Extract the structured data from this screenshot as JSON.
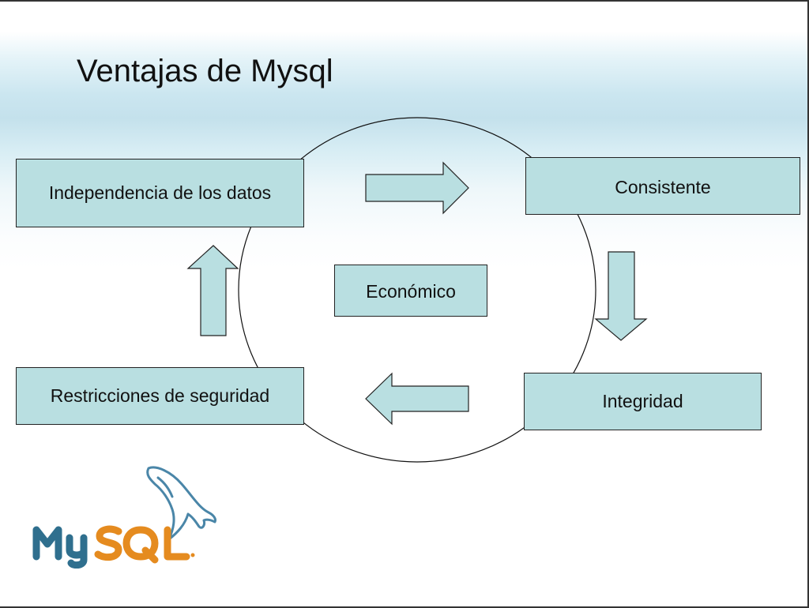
{
  "slide": {
    "title": "Ventajas de Mysql"
  },
  "diagram": {
    "nodes": {
      "independencia": "Independencia de los datos",
      "consistente": "Consistente",
      "integridad": "Integridad",
      "restricciones": "Restricciones de seguridad",
      "economico": "Económico"
    },
    "cycle_order": [
      "independencia",
      "consistente",
      "integridad",
      "restricciones"
    ],
    "colors": {
      "box_fill": "#b9dfe1",
      "arrow_fill": "#b9dfe1",
      "outline": "#222222"
    }
  },
  "logo": {
    "text": "MySQL",
    "colors": {
      "my": "#2f6f8e",
      "sql": "#e58b1f",
      "dolphin": "#4a86a8"
    }
  }
}
